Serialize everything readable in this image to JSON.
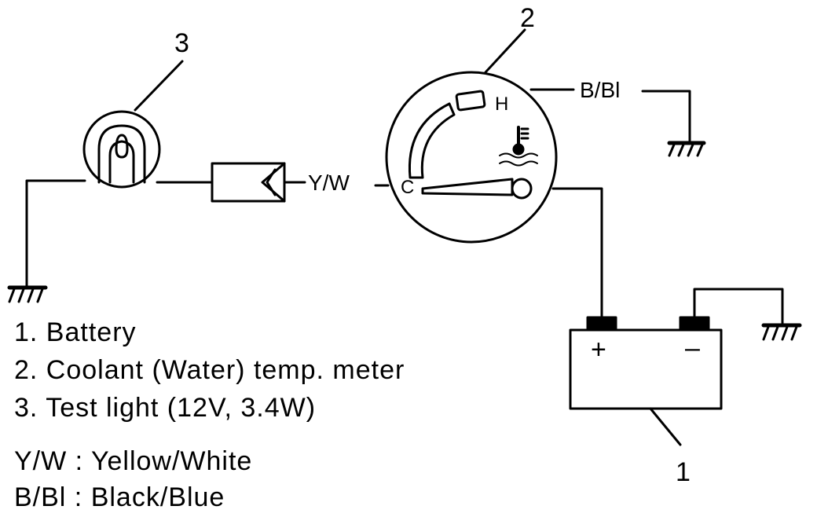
{
  "callouts": {
    "battery": "1",
    "meter": "2",
    "test_light": "3"
  },
  "wires": {
    "yw": "Y/W",
    "bbl": "B/Bl"
  },
  "meter": {
    "cold": "C",
    "hot": "H"
  },
  "battery": {
    "plus": "+",
    "minus": "–"
  },
  "legend": {
    "items": [
      "1. Battery",
      "2. Coolant (Water) temp. meter",
      "3. Test light (12V, 3.4W)"
    ],
    "abbreviations": [
      "Y/W : Yellow/White",
      "B/Bl : Black/Blue"
    ]
  }
}
